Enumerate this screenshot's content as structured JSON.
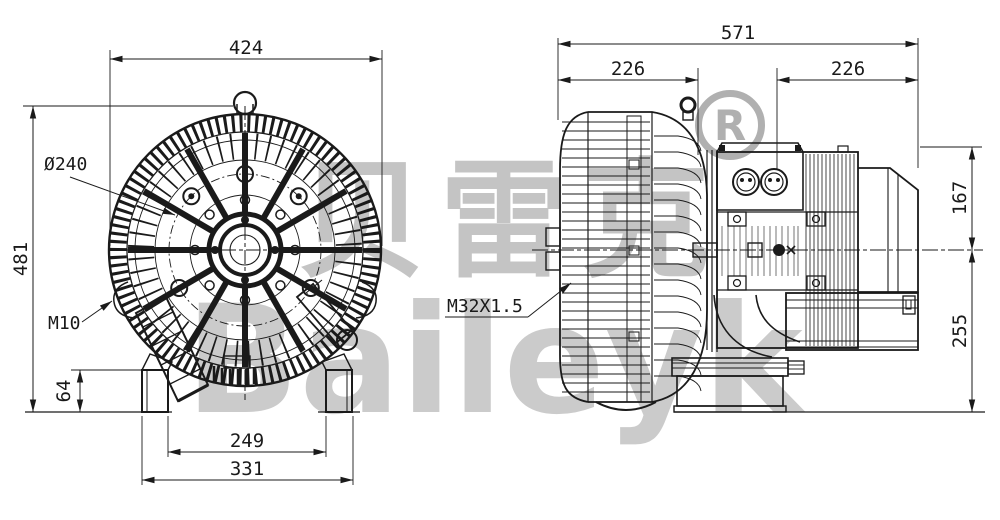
{
  "drawing": {
    "front_view": {
      "dims": {
        "overall_width": "424",
        "overall_height": "481",
        "flange_diameter": "Ø240",
        "mount_thread": "M10",
        "foot_height": "64",
        "foot_hole_spacing": "249",
        "base_width": "331"
      }
    },
    "side_view": {
      "dims": {
        "overall_length": "571",
        "blower_section_length": "226",
        "motor_section_length": "226",
        "axis_to_top": "167",
        "axis_to_base": "255",
        "cable_gland_thread": "M32X1.5"
      }
    },
    "watermark": {
      "cjk": "贝雷克",
      "latin": "Baileyk",
      "registered_letter": "R"
    }
  }
}
